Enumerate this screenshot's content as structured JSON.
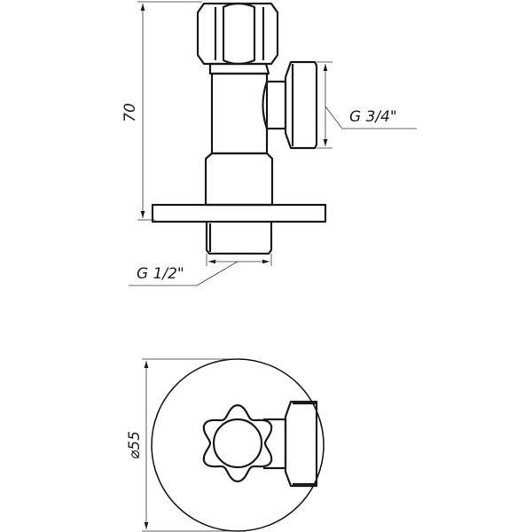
{
  "drawing": {
    "height_dimension": "70",
    "outlet_thread_label": "G 3/4\"",
    "inlet_thread_label": "G 1/2\"",
    "flange_diameter_label": "⌀55"
  },
  "colors": {
    "line": "#1a1a1a",
    "background": "#ffffff"
  }
}
